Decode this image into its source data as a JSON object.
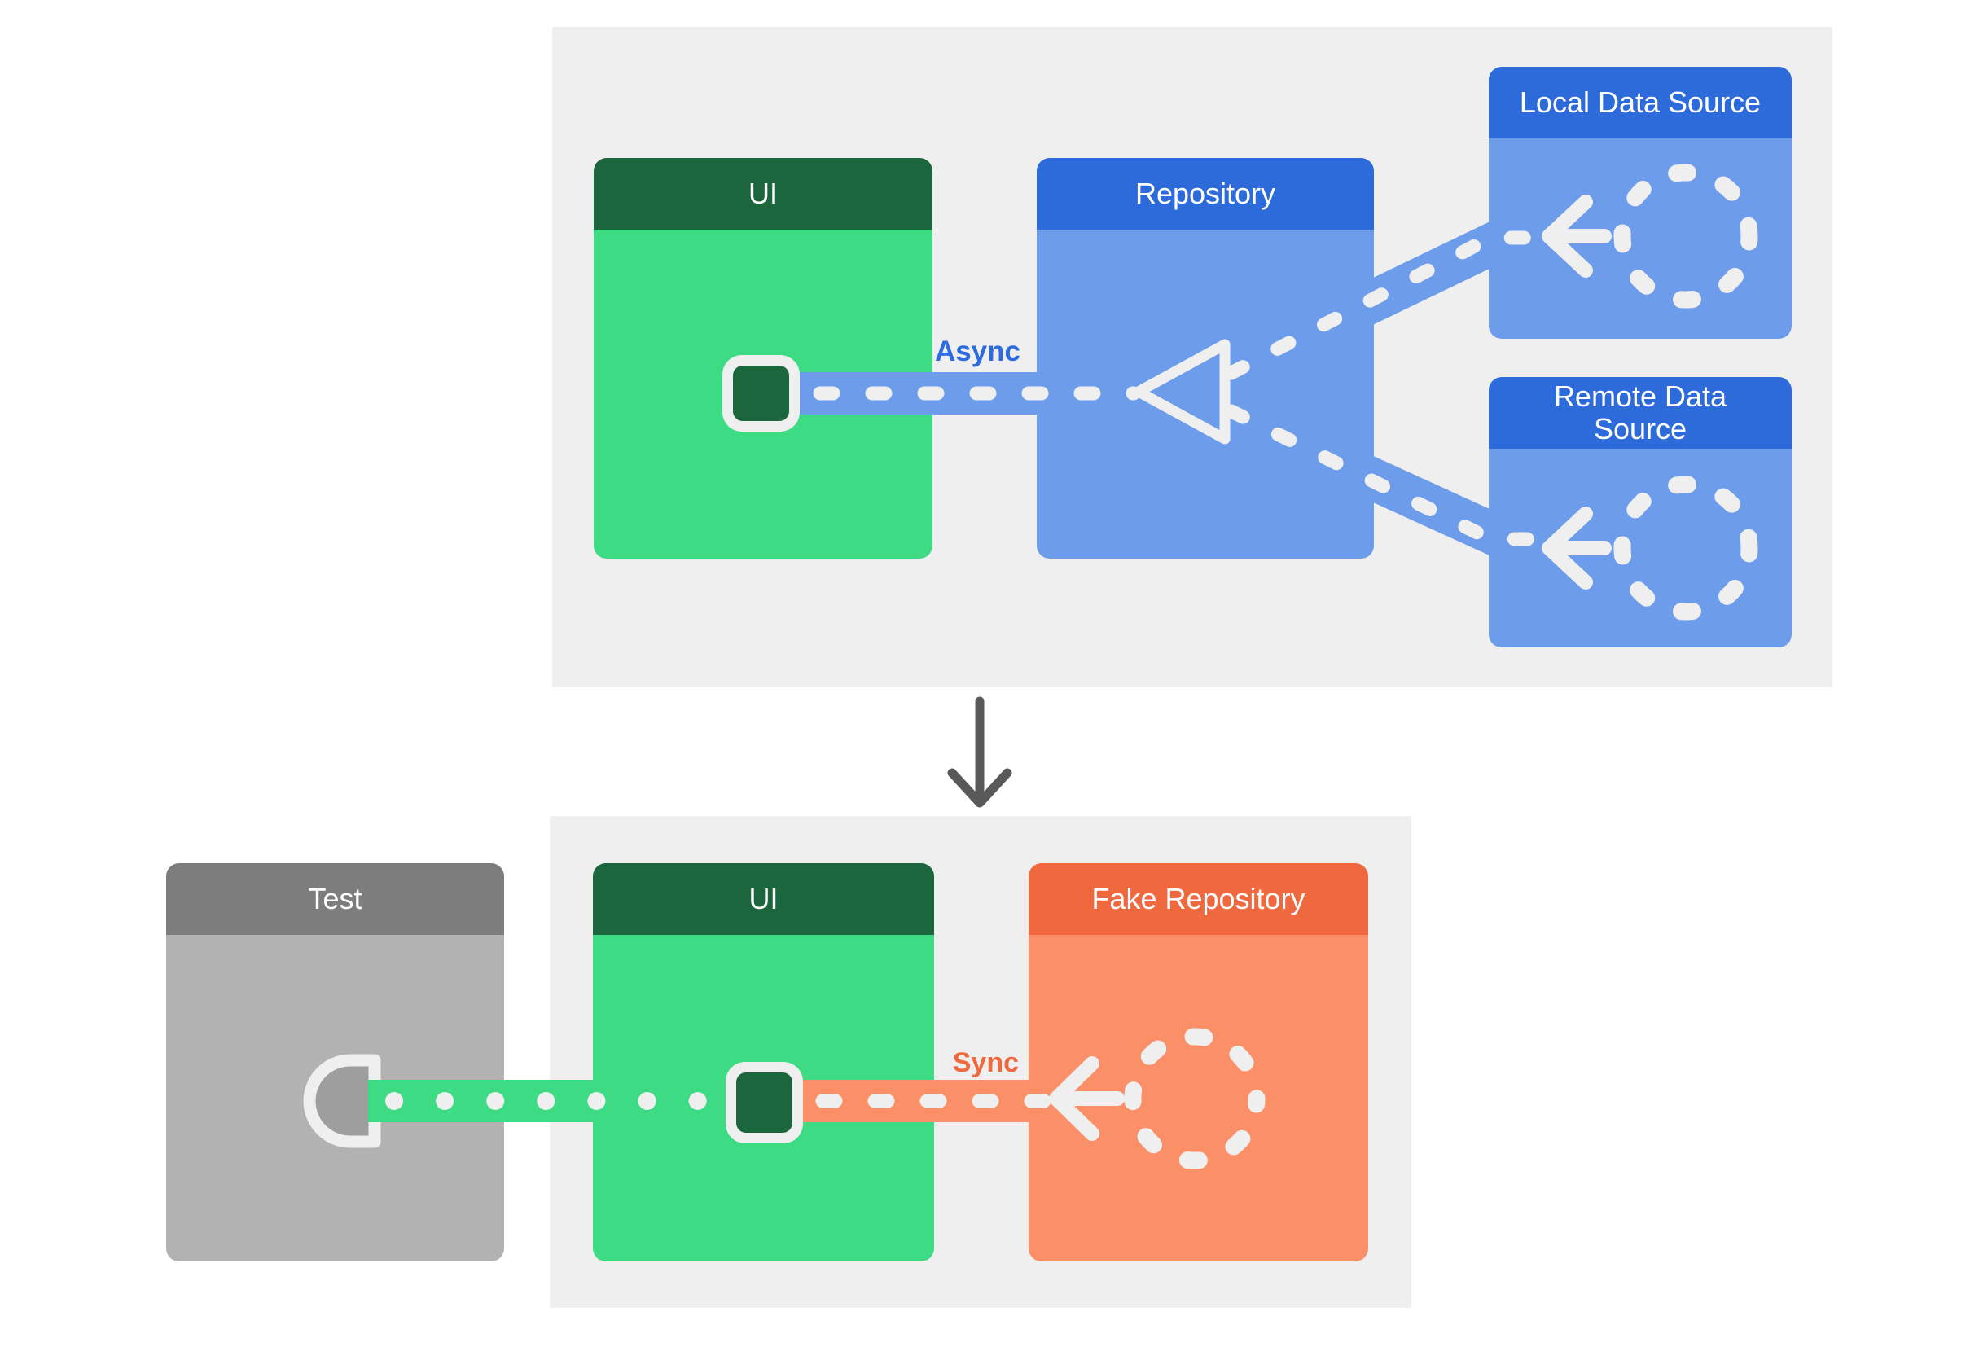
{
  "boxes": {
    "ui_top": {
      "title": "UI"
    },
    "repository": {
      "title": "Repository"
    },
    "local": {
      "title": "Local Data Source"
    },
    "remote": {
      "line1": "Remote Data",
      "line2": "Source"
    },
    "test": {
      "title": "Test"
    },
    "ui_bottom": {
      "title": "UI"
    },
    "fake_repository": {
      "title": "Fake Repository"
    }
  },
  "labels": {
    "async": "Async",
    "sync": "Sync"
  },
  "icons": {
    "phone": "rounded-rect-device-glyph",
    "data_source_circle": "dashed-circle",
    "arrow_left": "left-arrow",
    "merge_triangle": "hollow-left-pointing-triangle",
    "test_double": "half-round-plug",
    "flow_arrow_down": "down-arrow"
  },
  "colors": {
    "page_bg": "#ffffff",
    "panel_bg": "#efefef",
    "green_dark": "#1c663d",
    "green": "#3ddc84",
    "blue_dark": "#2d6bdb",
    "blue": "#6d9ceb",
    "orange_dark": "#f0693e",
    "orange": "#fb8f67",
    "gray_dark": "#7d7d7d",
    "gray": "#b2b2b2",
    "gray_mid": "#9e9e9e",
    "connector_white": "#efefef",
    "arrow_gray": "#595959",
    "async_label": "#2c6ce0",
    "sync_label": "#f0693e"
  }
}
